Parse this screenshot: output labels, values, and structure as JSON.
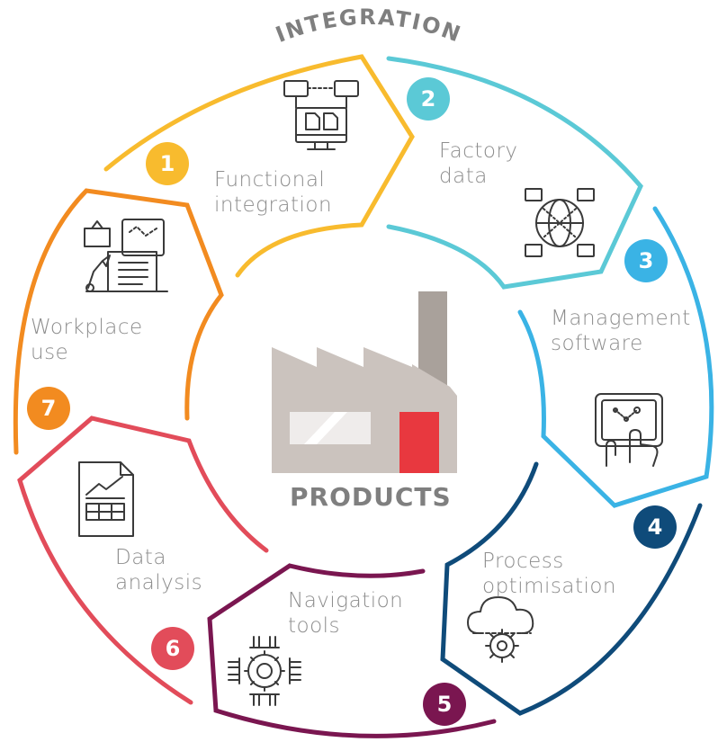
{
  "title": "INTEGRATION",
  "center_label": "PRODUCTS",
  "colors": {
    "s1": "#F8BB2E",
    "s2": "#5BC9D6",
    "s3": "#3AB3E5",
    "s4": "#0F4B7A",
    "s5": "#7A1650",
    "s6": "#E24C5A",
    "s7": "#F28B20",
    "factory_body": "#CBC3BE",
    "factory_chimney": "#A9A19B",
    "factory_door": "#E8383F",
    "icon_stroke": "#3a3a3a"
  },
  "steps": [
    {
      "number": "1",
      "line1": "Functional",
      "line2": "integration",
      "icon": "computer-network-icon"
    },
    {
      "number": "2",
      "line1": "Factory",
      "line2": "data",
      "icon": "globe-network-icon"
    },
    {
      "number": "3",
      "line1": "Management",
      "line2": "software",
      "icon": "touch-screen-icon"
    },
    {
      "number": "4",
      "line1": "Process",
      "line2": "optimisation",
      "icon": "cloud-gear-icon"
    },
    {
      "number": "5",
      "line1": "Navigation",
      "line2": "tools",
      "icon": "chip-gear-icon"
    },
    {
      "number": "6",
      "line1": "Data",
      "line2": "analysis",
      "icon": "report-chart-icon"
    },
    {
      "number": "7",
      "line1": "Workplace",
      "line2": "use",
      "icon": "workstation-icon"
    }
  ]
}
